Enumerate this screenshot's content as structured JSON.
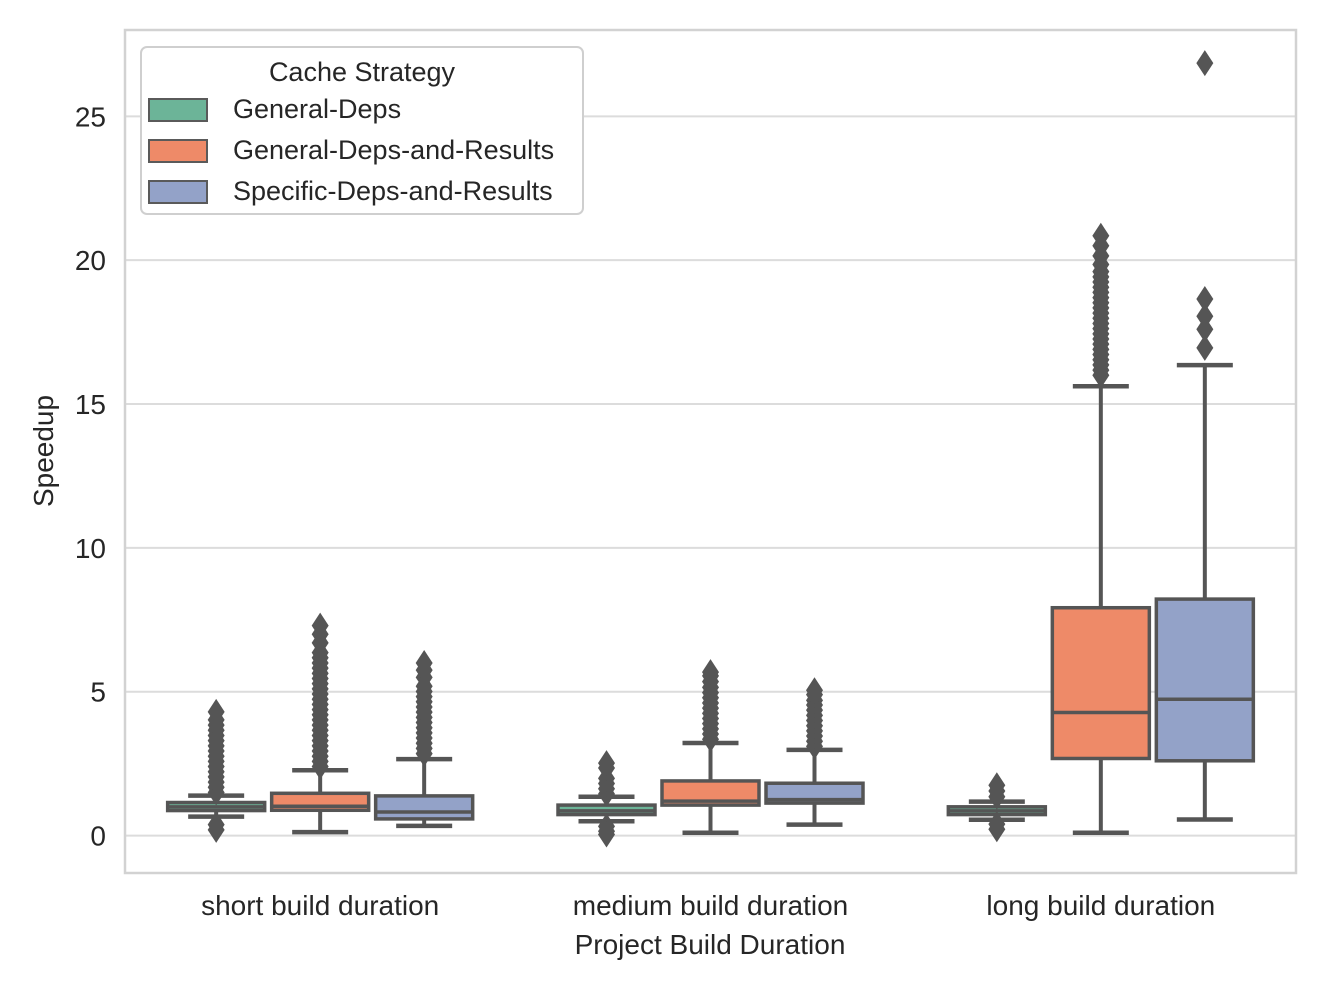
{
  "chart_data": {
    "type": "box",
    "title": "",
    "xlabel": "Project Build Duration",
    "ylabel": "Speedup",
    "categories": [
      "short build duration",
      "medium build duration",
      "long build duration"
    ],
    "yticks": [
      0,
      5,
      10,
      15,
      20,
      25
    ],
    "ylim": [
      -1.3,
      28.0
    ],
    "grid": "horizontal",
    "legend": {
      "title": "Cache Strategy",
      "position": "upper-left"
    },
    "colors": {
      "box_line": "#555555",
      "grid": "#dcdcdc",
      "spine": "#d2d2d2",
      "text": "#262626",
      "background": "#ffffff"
    },
    "series": [
      {
        "name": "General-Deps",
        "color": "#6cb498",
        "boxes": [
          {
            "category": "short build duration",
            "whisker_low": 0.66,
            "q1": 0.87,
            "median": 1.0,
            "q3": 1.15,
            "whisker_high": 1.39,
            "outlier_runs": [
              [
                1.5,
                4.05
              ],
              [
                0.2,
                0.55
              ]
            ],
            "outliers": [
              4.3
            ]
          },
          {
            "category": "medium build duration",
            "whisker_low": 0.5,
            "q1": 0.73,
            "median": 0.86,
            "q3": 1.06,
            "whisker_high": 1.35,
            "outlier_runs": [
              [
                1.45,
                2.15
              ]
            ],
            "outliers": [
              2.35,
              2.52,
              0.32,
              0.15,
              0.04
            ]
          },
          {
            "category": "long build duration",
            "whisker_low": 0.55,
            "q1": 0.73,
            "median": 0.86,
            "q3": 1.0,
            "whisker_high": 1.18,
            "outlier_runs": [],
            "outliers": [
              1.35,
              1.55,
              1.75,
              0.4,
              0.22
            ]
          }
        ]
      },
      {
        "name": "General-Deps-and-Results",
        "color": "#ee8a68",
        "boxes": [
          {
            "category": "short build duration",
            "whisker_low": 0.12,
            "q1": 0.88,
            "median": 1.02,
            "q3": 1.47,
            "whisker_high": 2.27,
            "outlier_runs": [
              [
                2.4,
                6.45
              ]
            ],
            "outliers": [
              6.7,
              7.0,
              7.3
            ]
          },
          {
            "category": "medium build duration",
            "whisker_low": 0.1,
            "q1": 1.06,
            "median": 1.2,
            "q3": 1.9,
            "whisker_high": 3.22,
            "outlier_runs": [
              [
                3.35,
                5.15
              ]
            ],
            "outliers": [
              5.35,
              5.55,
              5.68
            ]
          },
          {
            "category": "long build duration",
            "whisker_low": 0.1,
            "q1": 2.68,
            "median": 4.28,
            "q3": 7.92,
            "whisker_high": 15.62,
            "outlier_runs": [
              [
                16.0,
                19.6
              ]
            ],
            "outliers": [
              19.85,
              20.15,
              20.5,
              20.85
            ]
          }
        ]
      },
      {
        "name": "Specific-Deps-and-Results",
        "color": "#93a2c8",
        "boxes": [
          {
            "category": "short build duration",
            "whisker_low": 0.34,
            "q1": 0.58,
            "median": 0.82,
            "q3": 1.38,
            "whisker_high": 2.66,
            "outlier_runs": [
              [
                2.85,
                5.3
              ]
            ],
            "outliers": [
              5.5,
              5.75,
              6.0
            ]
          },
          {
            "category": "medium build duration",
            "whisker_low": 0.38,
            "q1": 1.13,
            "median": 1.25,
            "q3": 1.82,
            "whisker_high": 2.98,
            "outlier_runs": [
              [
                3.1,
                4.55
              ]
            ],
            "outliers": [
              4.7,
              4.9,
              5.05
            ]
          },
          {
            "category": "long build duration",
            "whisker_low": 0.56,
            "q1": 2.6,
            "median": 4.74,
            "q3": 8.22,
            "whisker_high": 16.35,
            "outlier_runs": [],
            "outliers": [
              16.95,
              17.6,
              18.05,
              18.65,
              26.85
            ]
          }
        ]
      }
    ]
  }
}
